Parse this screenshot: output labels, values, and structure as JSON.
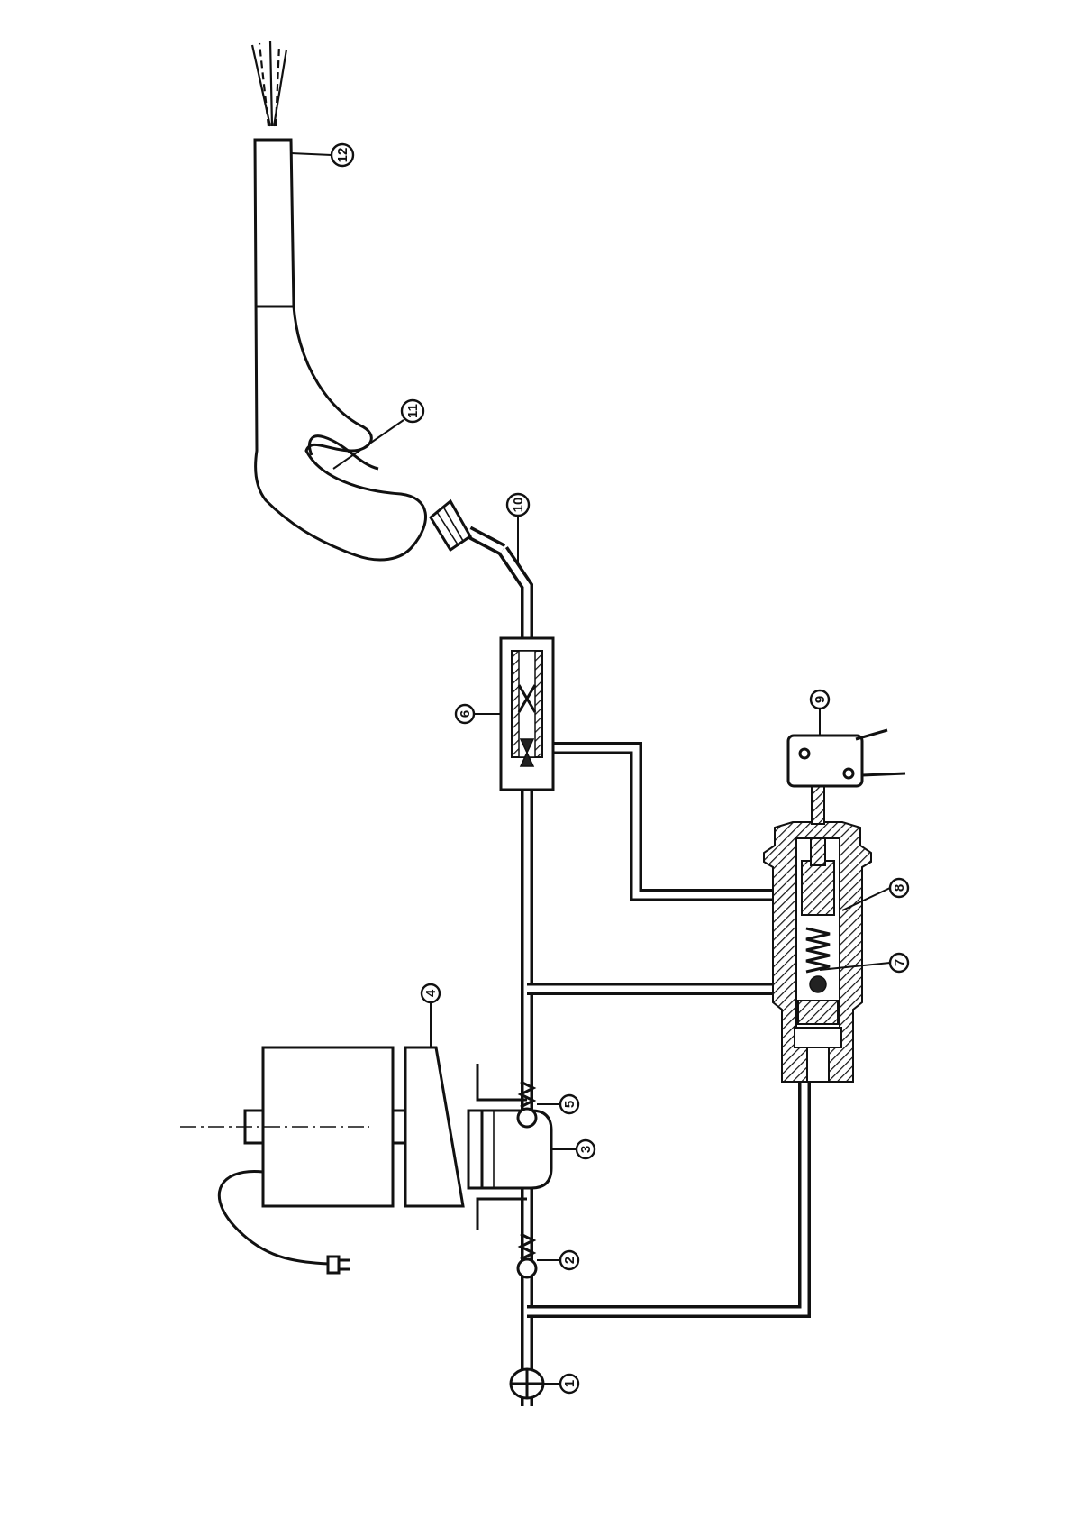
{
  "diagram": {
    "callouts": [
      {
        "id": "c1",
        "label": "1"
      },
      {
        "id": "c2",
        "label": "2"
      },
      {
        "id": "c3",
        "label": "3"
      },
      {
        "id": "c4",
        "label": "4"
      },
      {
        "id": "c5",
        "label": "5"
      },
      {
        "id": "c6",
        "label": "6"
      },
      {
        "id": "c7",
        "label": "7"
      },
      {
        "id": "c8",
        "label": "8"
      },
      {
        "id": "c9",
        "label": "9"
      },
      {
        "id": "c10",
        "label": "10"
      },
      {
        "id": "c11",
        "label": "11"
      },
      {
        "id": "c12",
        "label": "12"
      }
    ]
  }
}
